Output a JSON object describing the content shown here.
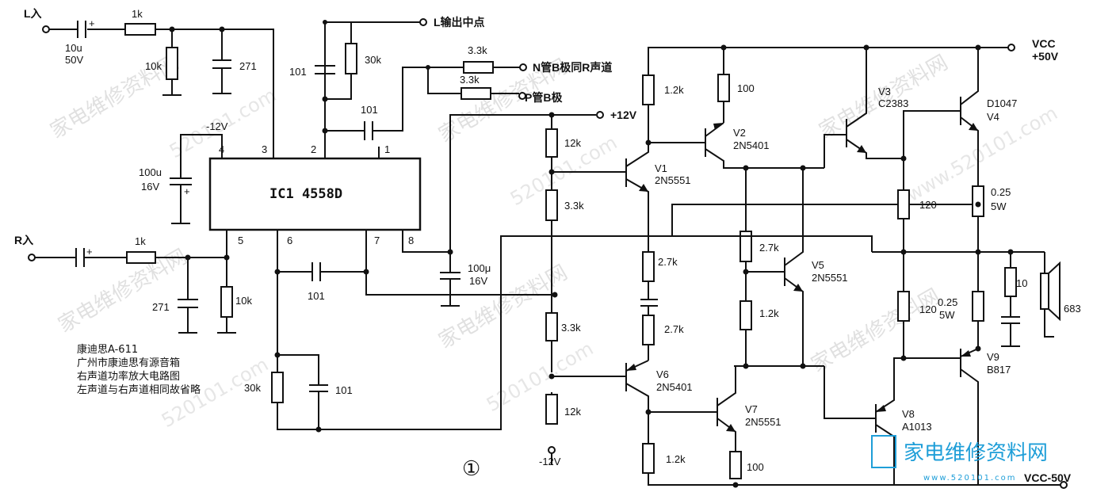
{
  "labels": {
    "l_in": "L入",
    "r_in": "R入",
    "l_out_mid": "L输出中点",
    "n_base": "N管B极同R声道",
    "p_base": "P管B极",
    "plus12": "+12V",
    "minus12_top": "-12V",
    "minus12_bottom": "-12V",
    "vcc": "VCC",
    "vcc_val": "+50V",
    "vcc_neg": "VCC-50V",
    "ic": "IC1 4558D",
    "fig_no": "①",
    "speaker": "683"
  },
  "pins": {
    "p4": "4",
    "p3": "3",
    "p2": "2",
    "p1": "1",
    "p5": "5",
    "p6": "6",
    "p7": "7",
    "p8": "8"
  },
  "components": {
    "c_in_l": "10u",
    "c_in_l_v": "50V",
    "r_in_l": "1k",
    "r_10k_l": "10k",
    "c_271_l": "271",
    "c_101_top": "101",
    "r_30k_top": "30k",
    "c_101_mid": "101",
    "r_33k_n": "3.3k",
    "r_33k_p": "3.3k",
    "c_100u": "100u",
    "c_100u_v": "16V",
    "r_in_r": "1k",
    "c_271_r": "271",
    "r_10k_r": "10k",
    "c_101_fb": "101",
    "c_100u_8": "100μ",
    "c_100u_8_v": "16V",
    "r_30k_bot": "30k",
    "c_101_bot": "101",
    "r_12k_top": "12k",
    "r_33k_a": "3.3k",
    "r_33k_b": "3.3k",
    "r_12k_bot": "12k",
    "r_12k_v1": "1.2k",
    "r_100_v2": "100",
    "r_27k_a": "2.7k",
    "r_27k_b": "2.7k",
    "r_27k_v5": "2.7k",
    "r_12k_v5": "1.2k",
    "r_12k_v6": "1.2k",
    "r_100_v7": "100",
    "r_120_a": "120",
    "r_120_b": "120",
    "r_025_a": "0.25",
    "r_025_a_w": "5W",
    "r_025_b": "0.25",
    "r_025_b_w": "5W",
    "r_10_zobel": "10"
  },
  "transistors": {
    "v1": "V1",
    "v1_t": "2N5551",
    "v2": "V2",
    "v2_t": "2N5401",
    "v3": "V3",
    "v3_t": "C2383",
    "v4": "V4",
    "v4_t": "D1047",
    "v5": "V5",
    "v5_t": "2N5551",
    "v6": "V6",
    "v6_t": "2N5401",
    "v7": "V7",
    "v7_t": "2N5551",
    "v8": "V8",
    "v8_t": "A1013",
    "v9": "V9",
    "v9_t": "B817"
  },
  "notes": {
    "line1": "康迪思A-611",
    "line2": "广州市康迪思有源音箱",
    "line3": "右声道功率放大电路图",
    "line4": "左声道与右声道相同故省略"
  },
  "watermark": {
    "cn": "家电维修资料网",
    "url": "520101.com",
    "url_www": "www.520101.com",
    "logo": "家电维修资料网",
    "logo_url": "www.520101.com"
  },
  "colors": {
    "ink": "#111111",
    "watermark": "#c8c8c8",
    "logo": "#1e9ed8"
  }
}
